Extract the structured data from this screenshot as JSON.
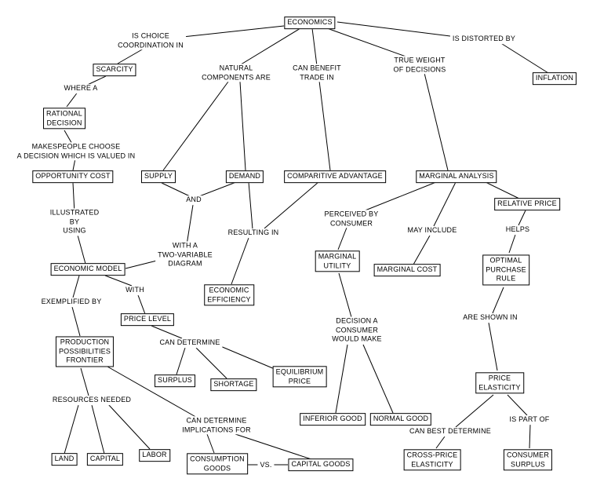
{
  "diagram": {
    "boxes": {
      "economics": "ECONOMICS",
      "scarcity": "SCARCITY",
      "rational_decision": "RATIONAL\nDECISION",
      "opportunity_cost": "OPPORTUNITY COST",
      "supply": "SUPPLY",
      "demand": "DEMAND",
      "comparitive_advantage": "COMPARITIVE ADVANTAGE",
      "marginal_analysis": "MARGINAL ANALYSIS",
      "inflation": "INFLATION",
      "relative_price": "RELATIVE PRICE",
      "marginal_utility": "MARGINAL\nUTILITY",
      "marginal_cost": "MARGINAL COST",
      "optimal_purchase_rule": "OPTIMAL\nPURCHASE\nRULE",
      "economic_model": "ECONOMIC MODEL",
      "economic_efficiency": "ECONOMIC\nEFFICIENCY",
      "price_level": "PRICE LEVEL",
      "production_possibilities_frontier": "PRODUCTION\nPOSSIBILITIES\nFRONTIER",
      "surplus": "SURPLUS",
      "shortage": "SHORTAGE",
      "equilibrium_price": "EQUILIBRIUM\nPRICE",
      "price_elasticity": "PRICE\nELASTICITY",
      "inferior_good": "INFERIOR GOOD",
      "normal_good": "NORMAL GOOD",
      "land": "LAND",
      "capital": "CAPITAL",
      "labor": "LABOR",
      "consumption_goods": "CONSUMPTION\nGOODS",
      "capital_goods": "CAPITAL GOODS",
      "cross_price_elasticity": "CROSS-PRICE\nELASTICITY",
      "consumer_surplus": "CONSUMER\nSURPLUS"
    },
    "labels": {
      "is_choice_coordination_in": "IS CHOICE\nCOORDINATION IN",
      "is_distorted_by": "IS DISTORTED BY",
      "natural_components_are": "NATURAL\nCOMPONENTS ARE",
      "can_benefit_trade_in": "CAN BENEFIT\nTRADE IN",
      "true_weight_of_decisions": "TRUE WEIGHT\nOF DECISIONS",
      "where_a": "WHERE A",
      "makes_people_choose": "MAKESPEOPLE CHOOSE\nA DECISION WHICH IS VALUED IN",
      "and": "AND",
      "illustrated_by_using": "ILLUSTRATED\nBY\nUSING",
      "with_a_two_variable_diagram": "WITH A\nTWO-VARIABLE\nDIAGRAM",
      "resulting_in": "RESULTING IN",
      "perceived_by_consumer": "PERCEIVED BY\nCONSUMER",
      "may_include": "MAY INCLUDE",
      "helps": "HELPS",
      "with": "WITH",
      "exemplified_by": "EXEMPLIFIED BY",
      "can_determine": "CAN DETERMINE",
      "decision_a_consumer_would_make": "DECISION A\nCONSUMER\nWOULD MAKE",
      "are_shown_in": "ARE SHOWN IN",
      "resources_needed": "RESOURCES NEEDED",
      "can_determine_implications_for": "CAN DETERMINE\nIMPLICATIONS FOR",
      "vs": "VS.",
      "can_best_determine": "CAN BEST DETERMINE",
      "is_part_of": "IS PART OF"
    }
  }
}
